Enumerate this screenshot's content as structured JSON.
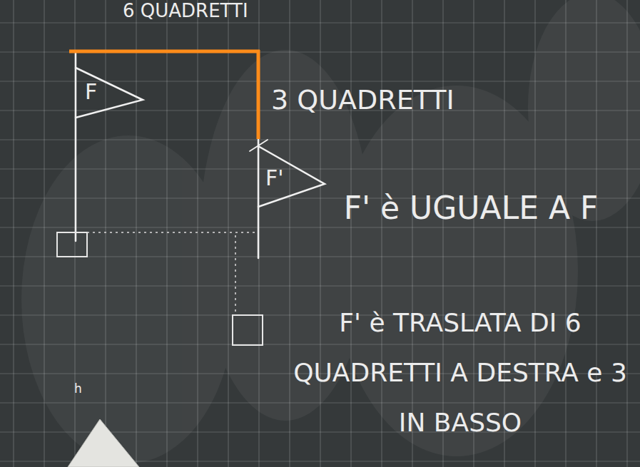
{
  "diagram": {
    "nodes": [
      {
        "text": [
          "F"
        ]
      },
      {
        "text": [
          "F'"
        ]
      }
    ],
    "labels": [
      "6 QUADRETTI",
      "3 QUADRETTI",
      "F' è UGUALE A F",
      "F' è TRASLATA DI 6 QUADRETTI A DESTRA e 3 IN BASSO",
      "h"
    ]
  }
}
